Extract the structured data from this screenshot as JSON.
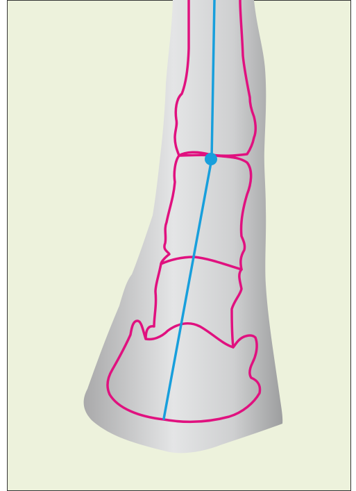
{
  "diagram": {
    "subject": "equine-hoof-pastern-axis",
    "colors": {
      "background": "#edf2dc",
      "border": "#333333",
      "limb_fill_dark": "#a9a9aa",
      "limb_fill_light": "#e4e5e6",
      "bone_outline": "#e0117f",
      "axis_line": "#189fdc",
      "axis_marker": "#189fdc"
    },
    "elements": [
      {
        "id": "limb-silhouette",
        "kind": "shape"
      },
      {
        "id": "long-pastern-bone",
        "kind": "bone-outline"
      },
      {
        "id": "short-pastern-bone",
        "kind": "bone-outline"
      },
      {
        "id": "navicular-bone",
        "kind": "bone-outline"
      },
      {
        "id": "coffin-bone",
        "kind": "bone-outline"
      },
      {
        "id": "hoof-pastern-axis",
        "kind": "line"
      },
      {
        "id": "axis-pivot-marker",
        "kind": "dot"
      }
    ]
  }
}
